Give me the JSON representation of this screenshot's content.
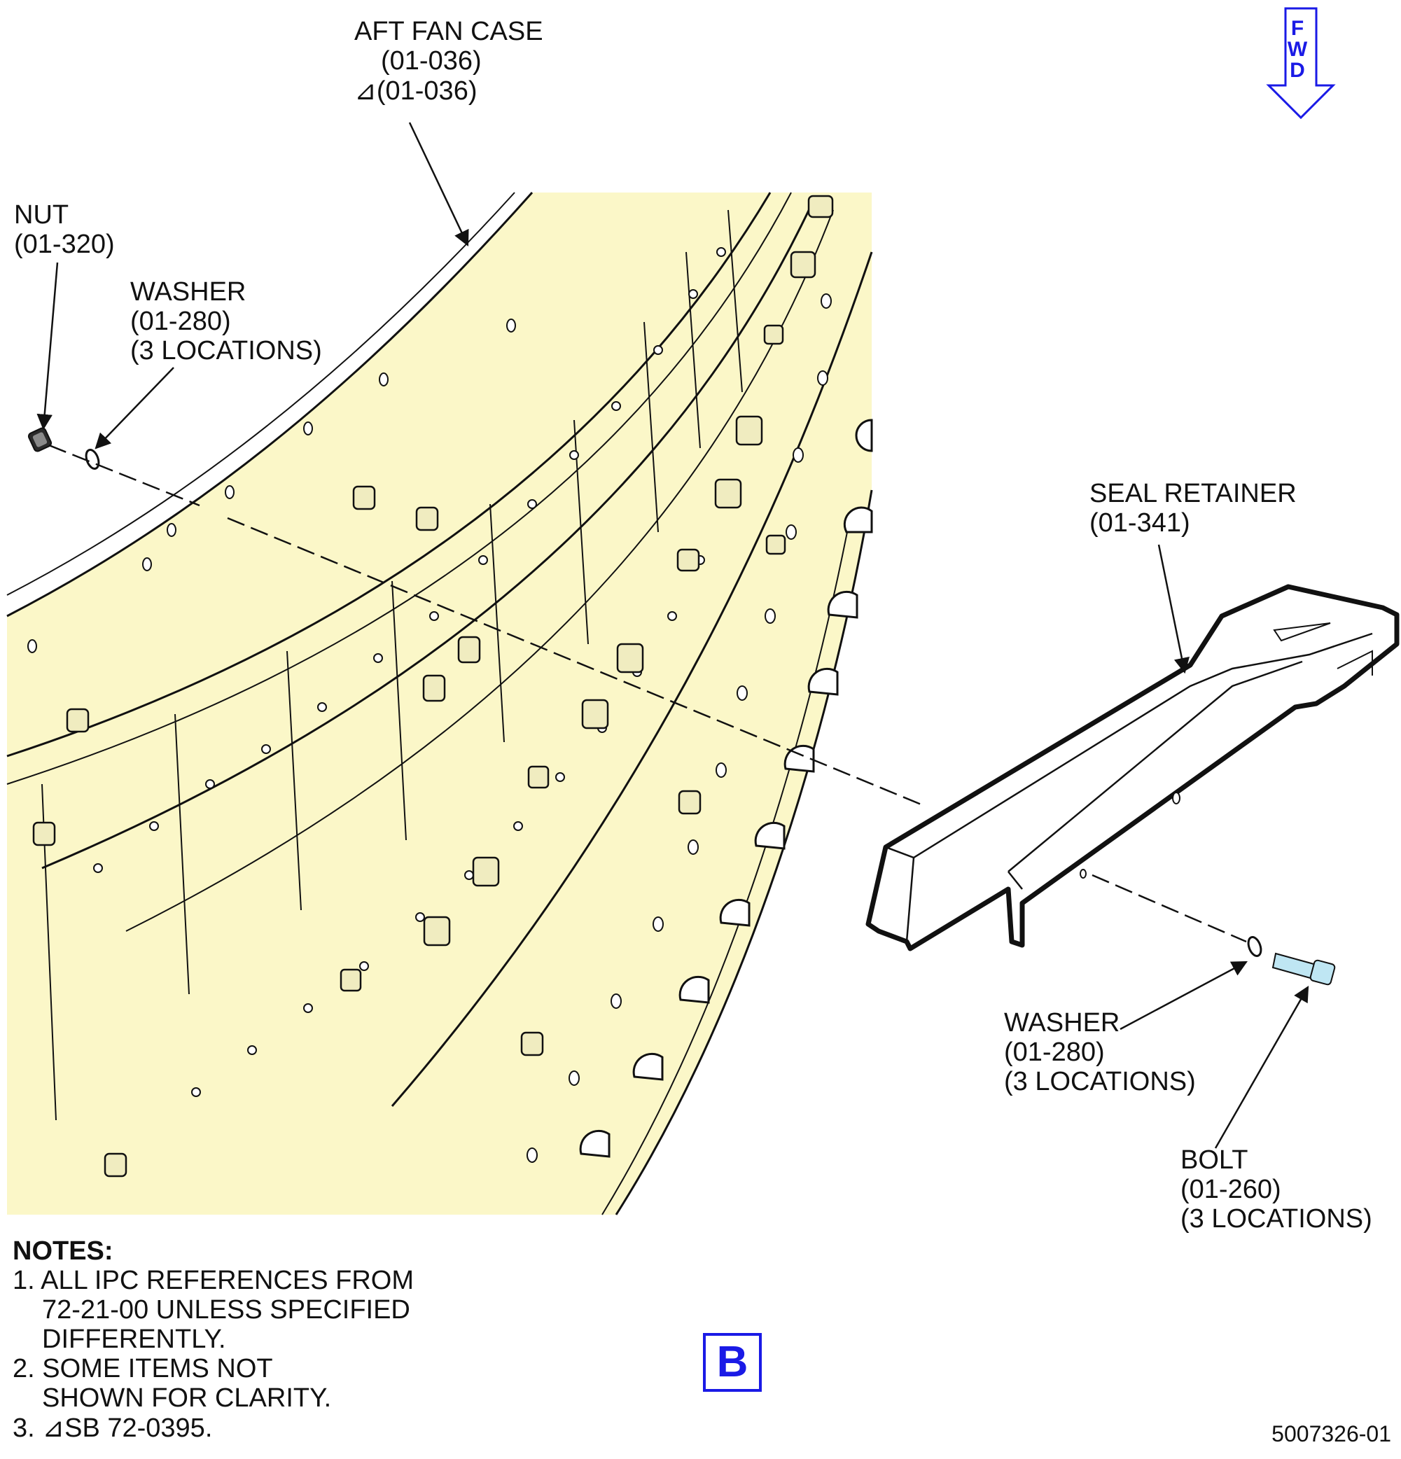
{
  "labels": {
    "aft_fan_case": {
      "name": "AFT FAN CASE",
      "ref": "(01-036)",
      "ref_sb": "(01-036)"
    },
    "nut": {
      "name": "NUT",
      "ref": "(01-320)"
    },
    "washer_left": {
      "name": "WASHER",
      "ref": "(01-280)",
      "qty": "(3 LOCATIONS)"
    },
    "seal_retainer": {
      "name": "SEAL RETAINER",
      "ref": "(01-341)"
    },
    "washer_right": {
      "name": "WASHER",
      "ref": "(01-280)",
      "qty": "(3 LOCATIONS)"
    },
    "bolt": {
      "name": "BOLT",
      "ref": "(01-260)",
      "qty": "(3 LOCATIONS)"
    }
  },
  "fwd_indicator": {
    "letters": [
      "F",
      "W",
      "D"
    ],
    "color": "#1a1ae6"
  },
  "notes": {
    "heading": "NOTES:",
    "items": [
      {
        "num": "1.",
        "lines": [
          "ALL IPC REFERENCES FROM",
          "72-21-00 UNLESS SPECIFIED",
          "DIFFERENTLY."
        ]
      },
      {
        "num": "2.",
        "lines": [
          "SOME ITEMS NOT",
          "SHOWN FOR CLARITY."
        ]
      },
      {
        "num": "3.",
        "lines": [
          "SB 72-0395."
        ]
      }
    ]
  },
  "view_letter": "B",
  "figure_number": "5007326-01",
  "colors": {
    "case_fill": "#fbf7c8",
    "bolt_fill": "#bfe6f3",
    "accent": "#1a1ae6"
  }
}
